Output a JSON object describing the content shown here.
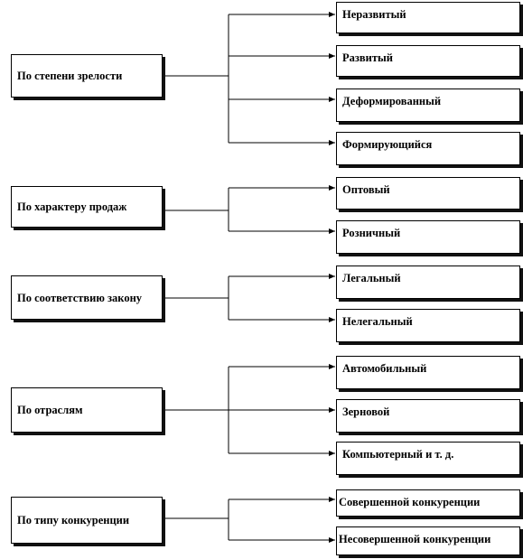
{
  "groups": [
    {
      "category": "По степени зрелости",
      "items": [
        "Неразвитый",
        "Развитый",
        "Деформированный",
        "Формирующийся"
      ]
    },
    {
      "category": "По характеру  продаж",
      "items": [
        "Оптовый",
        "Розничный"
      ]
    },
    {
      "category": "По соответствию закону",
      "items": [
        "Легальный",
        "Нелегальный"
      ]
    },
    {
      "category": "По отраслям",
      "items": [
        "Автомобильный",
        "Зерновой",
        "Компьютерный и т. д."
      ]
    },
    {
      "category": "По типу конкуренции",
      "items": [
        "Совершенной конкуренции",
        "Несовершенной конкуренции"
      ]
    }
  ]
}
